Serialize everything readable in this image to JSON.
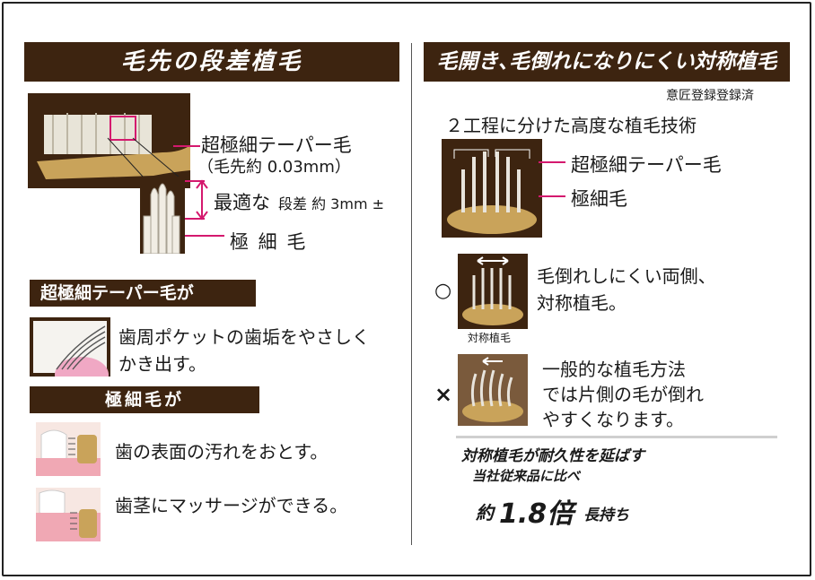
{
  "left": {
    "banner": "毛先の段差植毛",
    "label_taper": "超極細テーパー毛",
    "label_taper_sub": "（毛先約 0.03mm）",
    "label_step_prefix": "最適な",
    "label_step_small": "段差 約 3mm ±",
    "label_fine": "極 細 毛",
    "bar_taper": "超極細テーパー毛が",
    "text_taper": [
      "歯周ポケットの歯垢をやさしく",
      "かき出す。"
    ],
    "bar_fine": "極細毛が",
    "text_fine_1": "歯の表面の汚れをおとす。",
    "text_fine_2": "歯茎にマッサージができる。"
  },
  "right": {
    "banner": "毛開き､毛倒れになりにくい対称植毛",
    "reg": "意匠登録登録済",
    "tech": "２工程に分けた高度な植毛技術",
    "label_taper": "超極細テーパー毛",
    "label_fine": "極細毛",
    "good_mark": "○",
    "good_text": [
      "毛倒れしにくい両側、",
      "対称植毛。"
    ],
    "good_caption": "対称植毛",
    "bad_mark": "×",
    "bad_text": [
      "一般的な植毛方法",
      "では片側の毛が倒れ",
      "やすくなります。"
    ],
    "claim_1": "対称植毛が耐久性を延ばす",
    "claim_2": "当社従来品に比べ",
    "claim_pre": "約",
    "claim_num": "1.8倍",
    "claim_post": "長持ち"
  },
  "colors": {
    "banner": "#3d2410",
    "accent": "#d4196e",
    "gold": "#c9a35a"
  },
  "icons": [
    "toothbrush-head-image",
    "bristle-closeup-image",
    "symmetric-bristle-image",
    "general-bristle-image",
    "tooth-pocket-image",
    "tooth-surface-image",
    "gum-massage-image"
  ]
}
